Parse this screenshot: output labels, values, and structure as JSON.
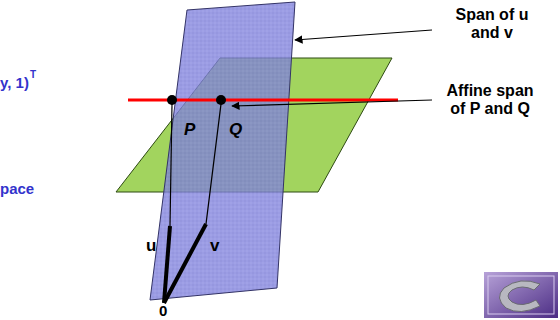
{
  "diagram": {
    "labels": [
      "Span of u and v",
      "y, 1)",
      "T",
      "P",
      "Q",
      "Affine span of P and Q",
      "u",
      "v",
      "pace",
      "0"
    ]
  }
}
